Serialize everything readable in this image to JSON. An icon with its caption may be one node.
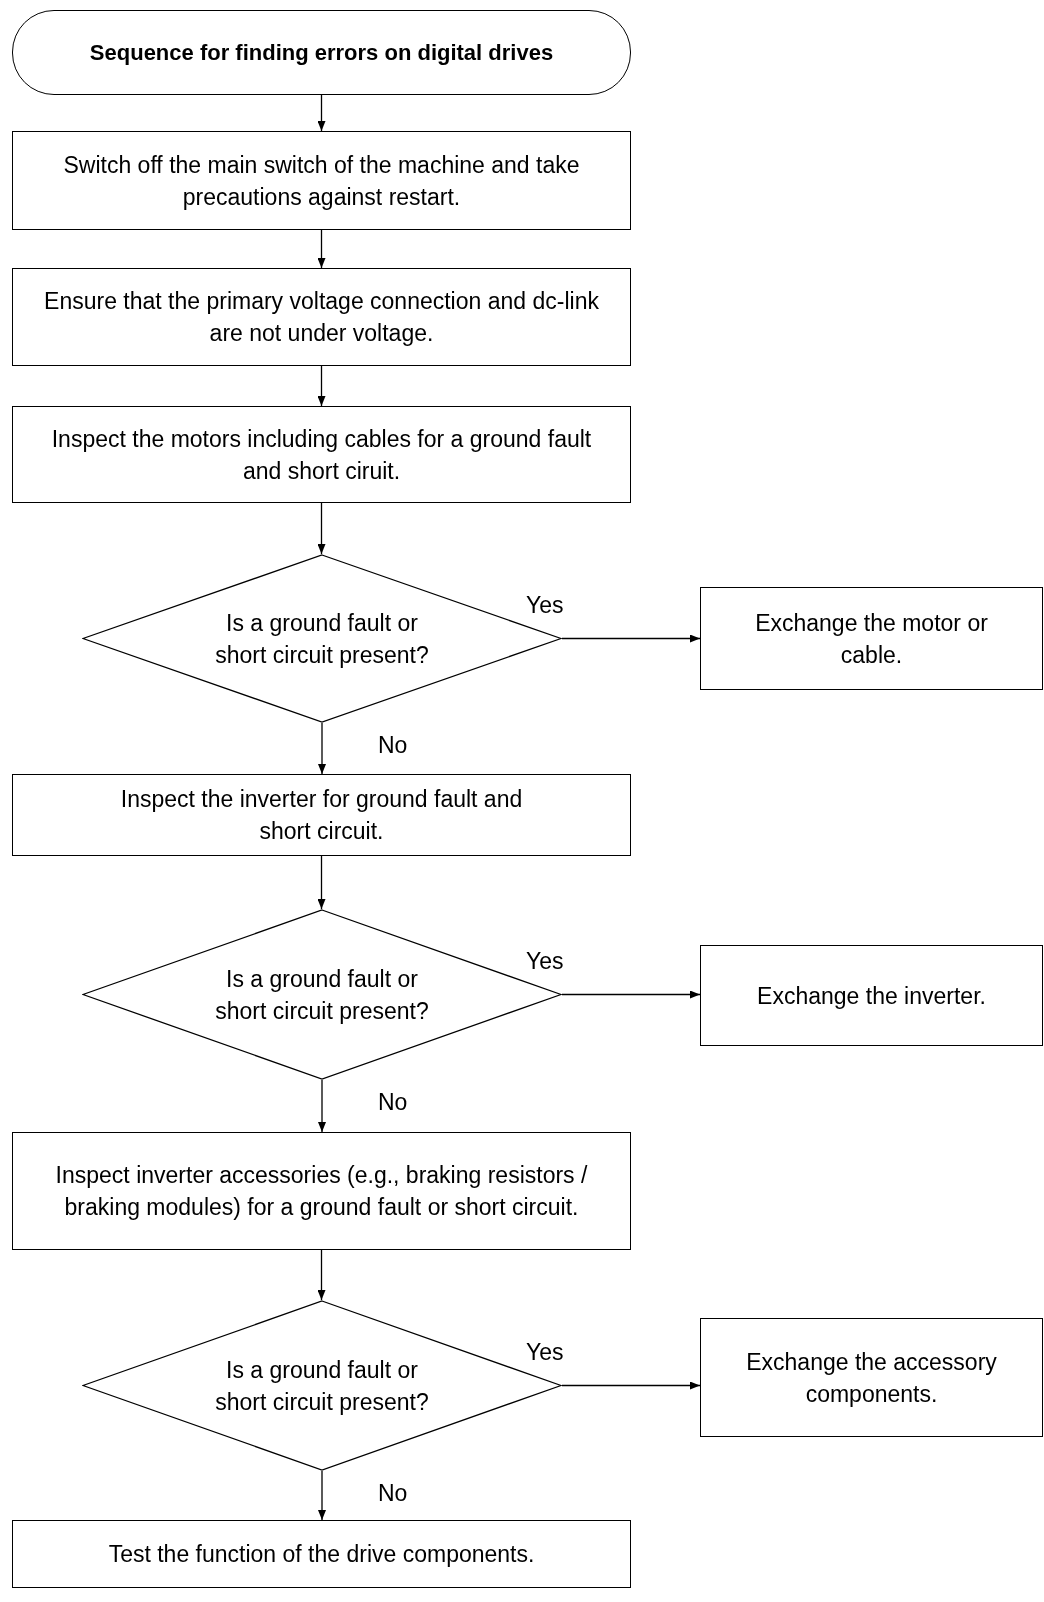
{
  "diagram": {
    "nodes": [
      {
        "text": [
          "Sequence for finding errors on digital drives"
        ]
      },
      {
        "text": [
          "Switch off the main switch of the machine and take precautions against restart."
        ]
      },
      {
        "text": [
          "Ensure that the primary voltage connection and dc-link are not under voltage."
        ]
      },
      {
        "text": [
          "Inspect the motors including cables for a ground fault and short ciruit."
        ]
      },
      {
        "text": [
          "Is a ground fault or short circuit present?"
        ]
      },
      {
        "text": [
          "Exchange the motor or cable."
        ]
      },
      {
        "text": [
          "Inspect the inverter for ground fault and short circuit."
        ]
      },
      {
        "text": [
          "Is a ground fault or short circuit present?"
        ]
      },
      {
        "text": [
          "Exchange the inverter."
        ]
      },
      {
        "text": [
          "Inspect inverter accessories (e.g., braking resistors / braking modules) for a ground fault or short circuit."
        ]
      },
      {
        "text": [
          "Is a ground fault or short circuit present?"
        ]
      },
      {
        "text": [
          "Exchange the accessory components."
        ]
      },
      {
        "text": [
          "Test the function of the drive components."
        ]
      }
    ],
    "edges": [
      {
        "from": 0,
        "to": 1,
        "arrow": "to"
      },
      {
        "from": 1,
        "to": 2,
        "arrow": "to"
      },
      {
        "from": 2,
        "to": 3,
        "arrow": "to"
      },
      {
        "from": 3,
        "to": 4,
        "arrow": "to"
      },
      {
        "from": 4,
        "to": 5,
        "arrow": "to",
        "label": "Yes"
      },
      {
        "from": 4,
        "to": 6,
        "arrow": "to",
        "label": "No"
      },
      {
        "from": 6,
        "to": 7,
        "arrow": "to"
      },
      {
        "from": 7,
        "to": 8,
        "arrow": "to",
        "label": "Yes"
      },
      {
        "from": 7,
        "to": 9,
        "arrow": "to",
        "label": "No"
      },
      {
        "from": 9,
        "to": 10,
        "arrow": "to"
      },
      {
        "from": 10,
        "to": 11,
        "arrow": "to",
        "label": "Yes"
      },
      {
        "from": 10,
        "to": 12,
        "arrow": "to",
        "label": "No"
      }
    ]
  }
}
